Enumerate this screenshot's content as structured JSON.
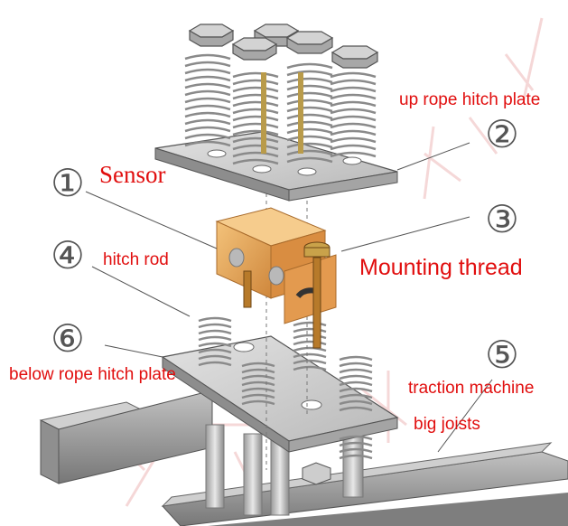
{
  "labels": {
    "sensor": "Sensor",
    "up_plate": "up rope hitch plate",
    "mounting_thread": "Mounting thread",
    "hitch_rod": "hitch rod",
    "below_plate": "below rope hitch plate",
    "traction_machine": "traction machine",
    "big_joists": "big joists"
  },
  "callouts": {
    "n1": "①",
    "n2": "②",
    "n3": "③",
    "n4": "④",
    "n5": "⑤",
    "n6": "⑥"
  },
  "colors": {
    "label_red": "#e10e0e",
    "sensor_body": "#e8a352",
    "plate_grey": "#c6c6c6",
    "spring_grey": "#8a8a8a",
    "joist_grey": "#9b9b9b"
  }
}
